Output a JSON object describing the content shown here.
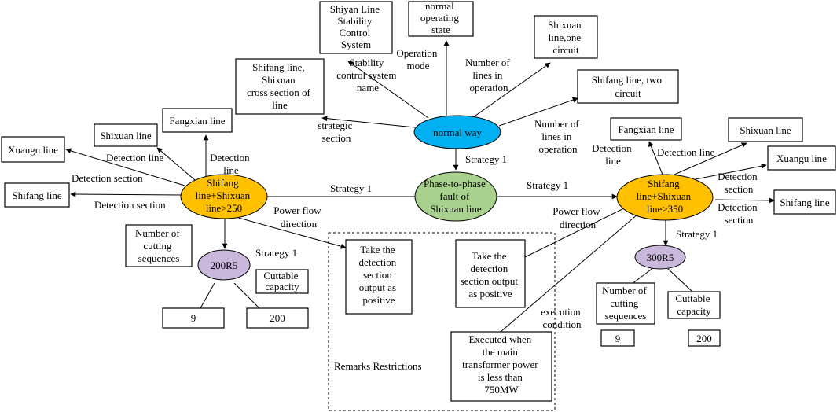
{
  "colors": {
    "normal": "#00b0f0",
    "fault": "#a9d18e",
    "condition": "#ffc000",
    "result": "#c9b8dc",
    "stroke": "#000000"
  },
  "nodes": {
    "normal_way": "normal way",
    "fault": [
      "Phase-to-phase",
      "fault of",
      "Shixuan line"
    ],
    "left_cond": [
      "Shifang",
      "line+Shixuan",
      "line>250"
    ],
    "right_cond": [
      "Shifang",
      "line+Shixuan",
      "line>350"
    ],
    "left_result": "200R5",
    "right_result": "300R5"
  },
  "boxes": {
    "system_name": [
      "Shiyan Line",
      "Stability",
      "Control",
      "System"
    ],
    "operating_state": [
      "normal",
      "operating",
      "state"
    ],
    "one_circuit": [
      "Shixuan",
      "line,one",
      "circuit"
    ],
    "two_circuit": [
      "Shifang line, two",
      "circuit"
    ],
    "cross_section": [
      "Shifang line,",
      "Shixuan",
      "cross section of",
      "line"
    ],
    "left_fangxian": "Fangxian line",
    "left_shixuan": "Shixuan line",
    "left_xuangu": "Xuangu line",
    "left_shifang": "Shifang line",
    "right_fangxian": "Fangxian line",
    "right_shixuan": "Shixuan line",
    "right_xuangu": "Xuangu line",
    "right_shifang": "Shifang line",
    "left_cutting_label": [
      "Number of",
      "cutting",
      "sequences"
    ],
    "left_capacity_label": [
      "Cuttable",
      "capacity"
    ],
    "left_value_9": "9",
    "left_value_200": "200",
    "right_cutting_label": [
      "Number of",
      "cutting",
      "sequences"
    ],
    "right_capacity_label": [
      "Cuttable",
      "capacity"
    ],
    "right_value_9": "9",
    "right_value_200": "200",
    "remark_left": [
      "Take the",
      "detection",
      "section",
      "output as",
      "positive"
    ],
    "remark_right": [
      "Take the",
      "detection",
      "section output",
      "as positive"
    ],
    "remark_condition": [
      "Executed when",
      "the main",
      "transformer power",
      "is less than",
      "750MW"
    ]
  },
  "labels": {
    "stability_name": [
      "Stability",
      "control system",
      "name"
    ],
    "operation_mode": [
      "Operation",
      "mode"
    ],
    "lines_in_operation_top": [
      "Number of",
      "lines in",
      "operation"
    ],
    "lines_in_operation_right": [
      "Number of",
      "lines in",
      "operation"
    ],
    "strategic_section": [
      "strategic",
      "section"
    ],
    "strategy_top": "Strategy 1",
    "strategy_left": "Strategy 1",
    "strategy_right": "Strategy 1",
    "strategy_left_down": "Strategy 1",
    "strategy_right_down": "Strategy 1",
    "left_detection_line_1": "Detection line",
    "left_detection_line_2": [
      "Detection",
      "line"
    ],
    "left_detection_section_1": "Detection section",
    "left_detection_section_2": "Detection section",
    "right_detection_line_1": [
      "Detection",
      "line"
    ],
    "right_detection_line_2": "Detection line",
    "right_detection_section_1": [
      "Detection",
      "section"
    ],
    "right_detection_section_2": [
      "Detection",
      "section"
    ],
    "power_flow_left": [
      "Power flow",
      "direction"
    ],
    "power_flow_right": [
      "Power flow",
      "direction"
    ],
    "execution_condition": [
      "execution",
      "condition"
    ],
    "remarks": "Remarks Restrictions"
  }
}
